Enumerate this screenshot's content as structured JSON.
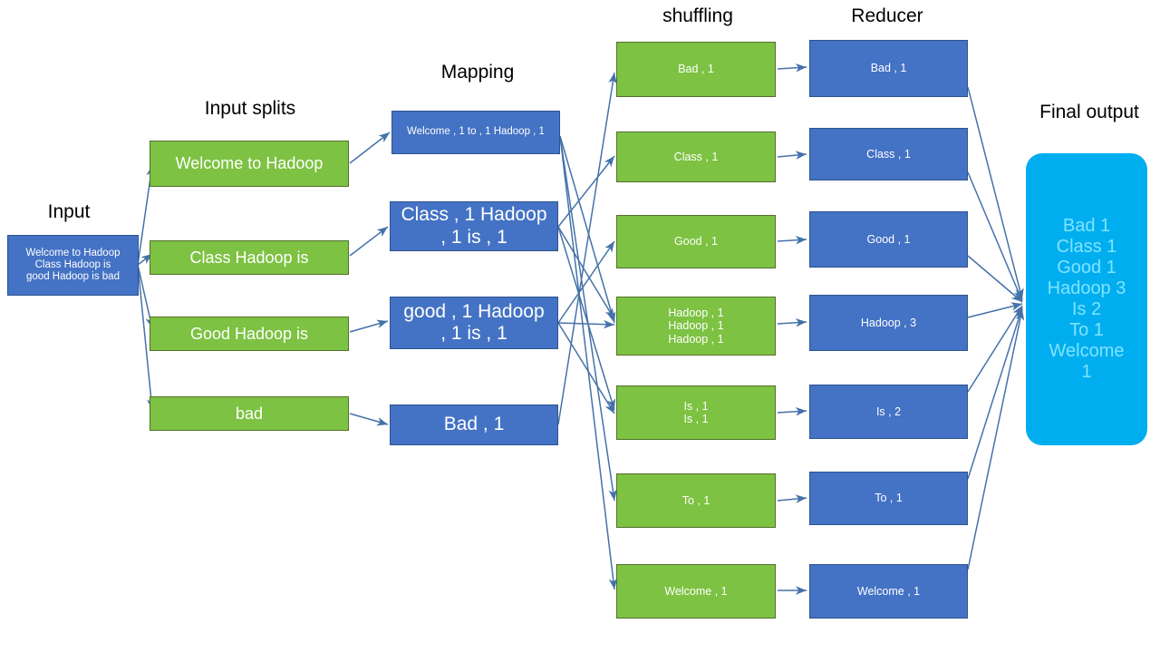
{
  "diagram": {
    "title_input": "Input",
    "title_input_splits": "Input splits",
    "title_mapping": "Mapping",
    "title_shuffling": "shuffling",
    "title_reducer": "Reducer",
    "title_final_output": "Final output",
    "colors": {
      "green": "#7DC242",
      "blue": "#4472C4",
      "cyan": "#00AEEF",
      "cyan_text": "#7FE3FF",
      "edge": "#4472A8",
      "text": "#000000"
    }
  },
  "input": {
    "text": "Welcome to Hadoop\nClass Hadoop is\ngood Hadoop is bad"
  },
  "input_splits": [
    {
      "text": "Welcome to Hadoop"
    },
    {
      "text": "Class Hadoop is"
    },
    {
      "text": "Good Hadoop is"
    },
    {
      "text": "bad"
    }
  ],
  "mapping": [
    {
      "text": "Welcome , 1 to , 1 Hadoop , 1"
    },
    {
      "text": "Class , 1 Hadoop\n, 1 is , 1"
    },
    {
      "text": "good , 1 Hadoop\n, 1 is , 1"
    },
    {
      "text": "Bad , 1"
    }
  ],
  "shuffling": [
    {
      "text": "Bad , 1"
    },
    {
      "text": "Class , 1"
    },
    {
      "text": "Good , 1"
    },
    {
      "text": "Hadoop , 1\nHadoop , 1\nHadoop , 1"
    },
    {
      "text": "Is , 1\nIs , 1"
    },
    {
      "text": "To , 1"
    },
    {
      "text": "Welcome , 1"
    }
  ],
  "reducer": [
    {
      "text": "Bad , 1"
    },
    {
      "text": "Class , 1"
    },
    {
      "text": "Good , 1"
    },
    {
      "text": "Hadoop , 3"
    },
    {
      "text": "Is , 2"
    },
    {
      "text": "To , 1"
    },
    {
      "text": "Welcome , 1"
    }
  ],
  "final_output": {
    "text": "Bad 1\nClass 1\nGood 1\nHadoop 3\nIs 2\nTo 1\nWelcome\n1"
  },
  "chart_data": {
    "type": "diagram",
    "title": "Hadoop MapReduce WordCount dataflow",
    "stages": [
      "Input",
      "Input splits",
      "Mapping",
      "shuffling",
      "Reducer",
      "Final output"
    ],
    "word_counts": [
      {
        "word": "Bad",
        "count": 1
      },
      {
        "word": "Class",
        "count": 1
      },
      {
        "word": "Good",
        "count": 1
      },
      {
        "word": "Hadoop",
        "count": 3
      },
      {
        "word": "Is",
        "count": 2
      },
      {
        "word": "To",
        "count": 1
      },
      {
        "word": "Welcome",
        "count": 1
      }
    ]
  }
}
